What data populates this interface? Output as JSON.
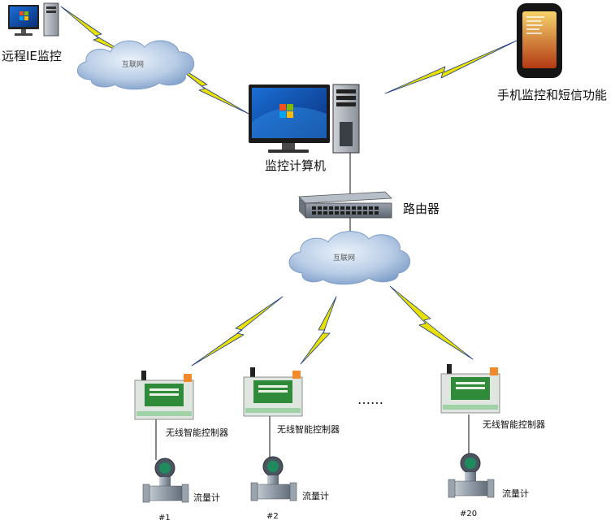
{
  "labels": {
    "remote_ie": "远程IE监控",
    "mobile": "手机监控和短信功能",
    "monitor_pc": "监控计算机",
    "router": "路由器",
    "cloud_text": "互联网",
    "controller": "无线智能控制器",
    "flowmeter": "流量计",
    "ellipsis": "……"
  },
  "devices": [
    {
      "id": "#1"
    },
    {
      "id": "#2"
    },
    {
      "id": "#20"
    }
  ],
  "colors": {
    "lightning": "#e8e000",
    "lightning_stroke": "#1a3a8a",
    "cloud": "#b9cde6",
    "cloud_dark": "#7f9ec9",
    "controller_board": "#2f8a3a",
    "controller_case": "#dfe6df",
    "flowmeter_body": "#8f9aa6"
  }
}
